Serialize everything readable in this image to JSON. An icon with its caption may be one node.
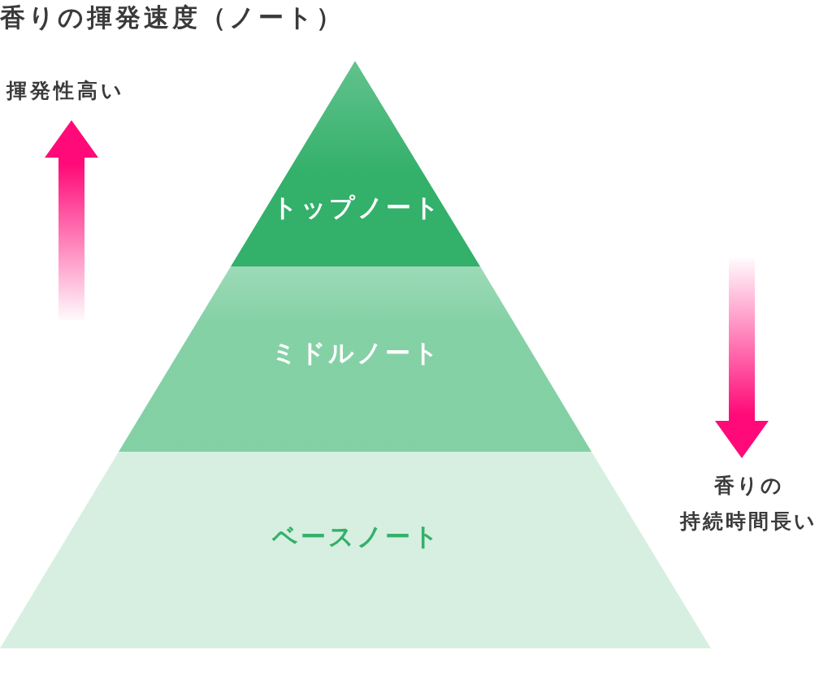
{
  "diagram": {
    "title": "香りの揮発速度（ノート）",
    "nodes": [
      {
        "text": [
          "トップノート"
        ]
      },
      {
        "text": [
          "ミドルノート"
        ]
      },
      {
        "text": [
          "ベースノート"
        ]
      }
    ],
    "labels": [
      "揮発性高い",
      "香りの持続時間長い"
    ]
  }
}
